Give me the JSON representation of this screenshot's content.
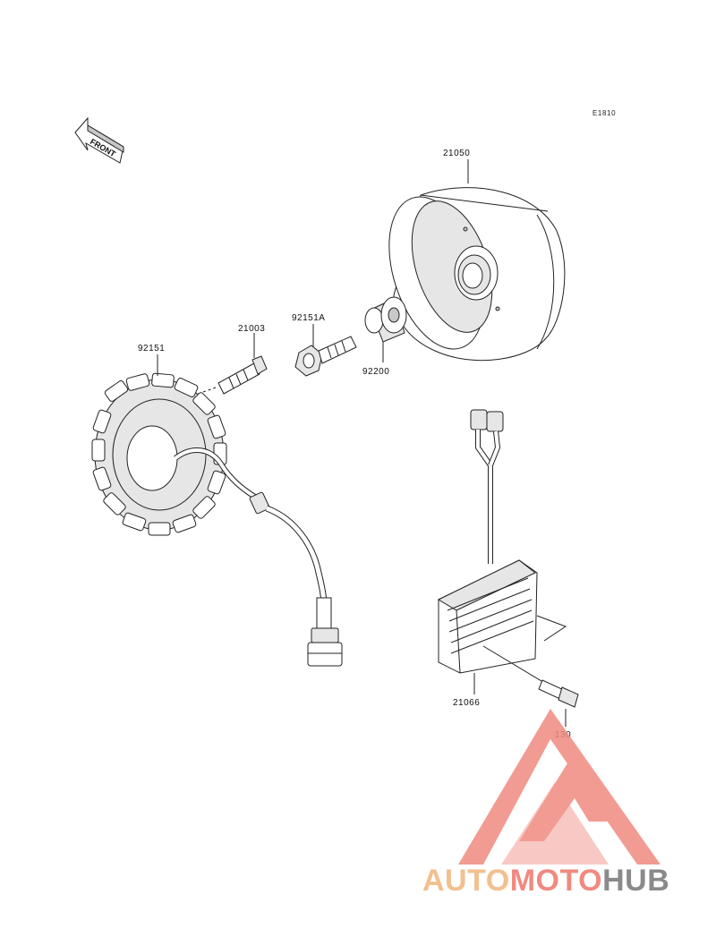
{
  "diagram": {
    "reference_code": "E1810",
    "front_label": "FRONT",
    "parts": [
      {
        "id": "flywheel",
        "number": "21050"
      },
      {
        "id": "stator",
        "number": "21003"
      },
      {
        "id": "bolt",
        "number": "92151"
      },
      {
        "id": "stud",
        "number": "92151A"
      },
      {
        "id": "spacer",
        "number": "92200"
      },
      {
        "id": "regulator",
        "number": "21066"
      },
      {
        "id": "regulator-bolt",
        "number": "130"
      }
    ]
  },
  "watermark": {
    "word_part1": "AUTO",
    "word_part2": "MOTO",
    "word_part3": "HUB",
    "colors": {
      "auto": "#f2c08e",
      "moto": "#f08a80",
      "hub": "#8a8a8a",
      "logo": "#f08a80"
    }
  }
}
